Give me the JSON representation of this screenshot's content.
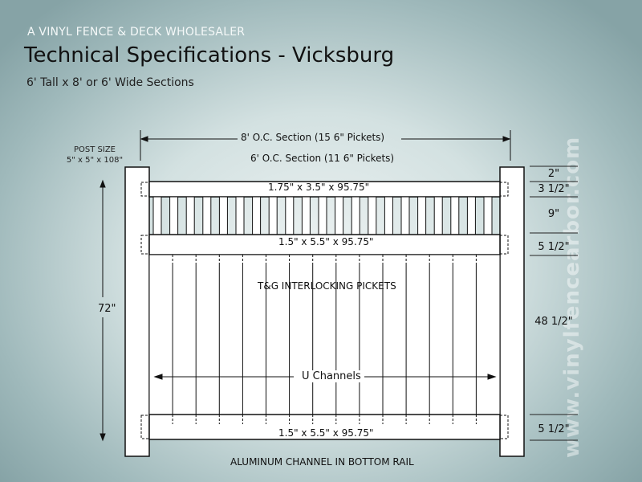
{
  "header": {
    "company": "A VINYL FENCE & DECK WHOLESALER",
    "title": "Technical Specifications - Vicksburg",
    "subtitle": "6' Tall x 8' or 6' Wide Sections"
  },
  "post": {
    "label": "POST SIZE",
    "size": "5\" x 5\" x 108\""
  },
  "sections": {
    "eight_ft": "8' O.C. Section (15  6\" Pickets)",
    "six_ft": "6' O.C. Section (11  6\" Pickets)"
  },
  "rails": {
    "top": "1.75\" x 3.5\" x 95.75\"",
    "middle": "1.5\" x 5.5\" x 95.75\"",
    "bottom": "1.5\" x 5.5\" x 95.75\""
  },
  "labels": {
    "pickets": "T&G INTERLOCKING PICKETS",
    "u_channels": "U Channels",
    "aluminum": "ALUMINUM CHANNEL IN BOTTOM RAIL",
    "height": "72\""
  },
  "dimensions": [
    "2\"",
    "3 1/2\"",
    "9\"",
    "5 1/2\"",
    "48 1/2\"",
    "5 1/2\""
  ],
  "watermark": "www.vinylfencearbor.com",
  "colors": {
    "fence": "#ffffff",
    "outline": "#111111"
  }
}
